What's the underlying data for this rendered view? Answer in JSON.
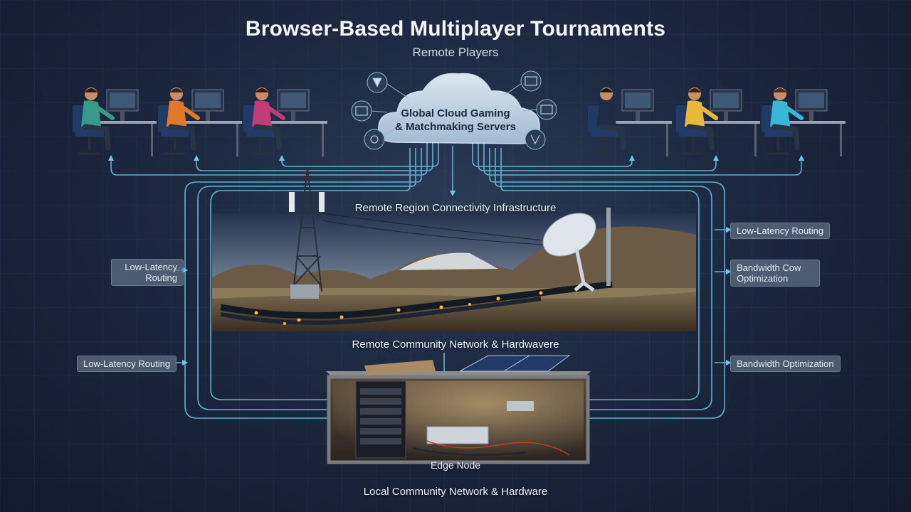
{
  "title": "Browser-Based Multiplayer Tournaments",
  "subtitle": "Remote Players",
  "cloud": {
    "label_line1": "Global Cloud Gaming",
    "label_line2": "& Matchmaking Servers",
    "server_icons": [
      "genre-icon",
      "server-rack-icon",
      "server-rack-icon",
      "server-rack-icon",
      "network-hub-icon",
      "satellite-icon"
    ]
  },
  "players": [
    {
      "shirt": "#3a9a8a",
      "hair": "#2a1f18"
    },
    {
      "shirt": "#e07a2a",
      "hair": "#3b2718"
    },
    {
      "shirt": "#c23d78",
      "hair": "#2c1c14"
    },
    {
      "shirt": "#1f2d44",
      "hair": "#1e1510"
    },
    {
      "shirt": "#e8b93a",
      "hair": "#3a2414"
    },
    {
      "shirt": "#39b6d8",
      "hair": "#4a2a1a"
    }
  ],
  "labels": {
    "remote_region": "Remote Region Connectivity Infrastructure",
    "remote_community": "Remote Community Network & Hardwavere",
    "edge_node": "Edge Node",
    "local_community": "Local Community Network & Hardware"
  },
  "tags": {
    "left_top": "Low-Latency\nRouting",
    "left_bottom": "Low-Latency Routing",
    "right_top": "Low-Latency Routing",
    "right_middle": "Bandwidth Cow\nOptimization",
    "right_bottom": "Bandwidth Optimization"
  },
  "colors": {
    "wire": "#6fc6ee",
    "background": "#1c2840",
    "cloud": "#c9dcec"
  }
}
